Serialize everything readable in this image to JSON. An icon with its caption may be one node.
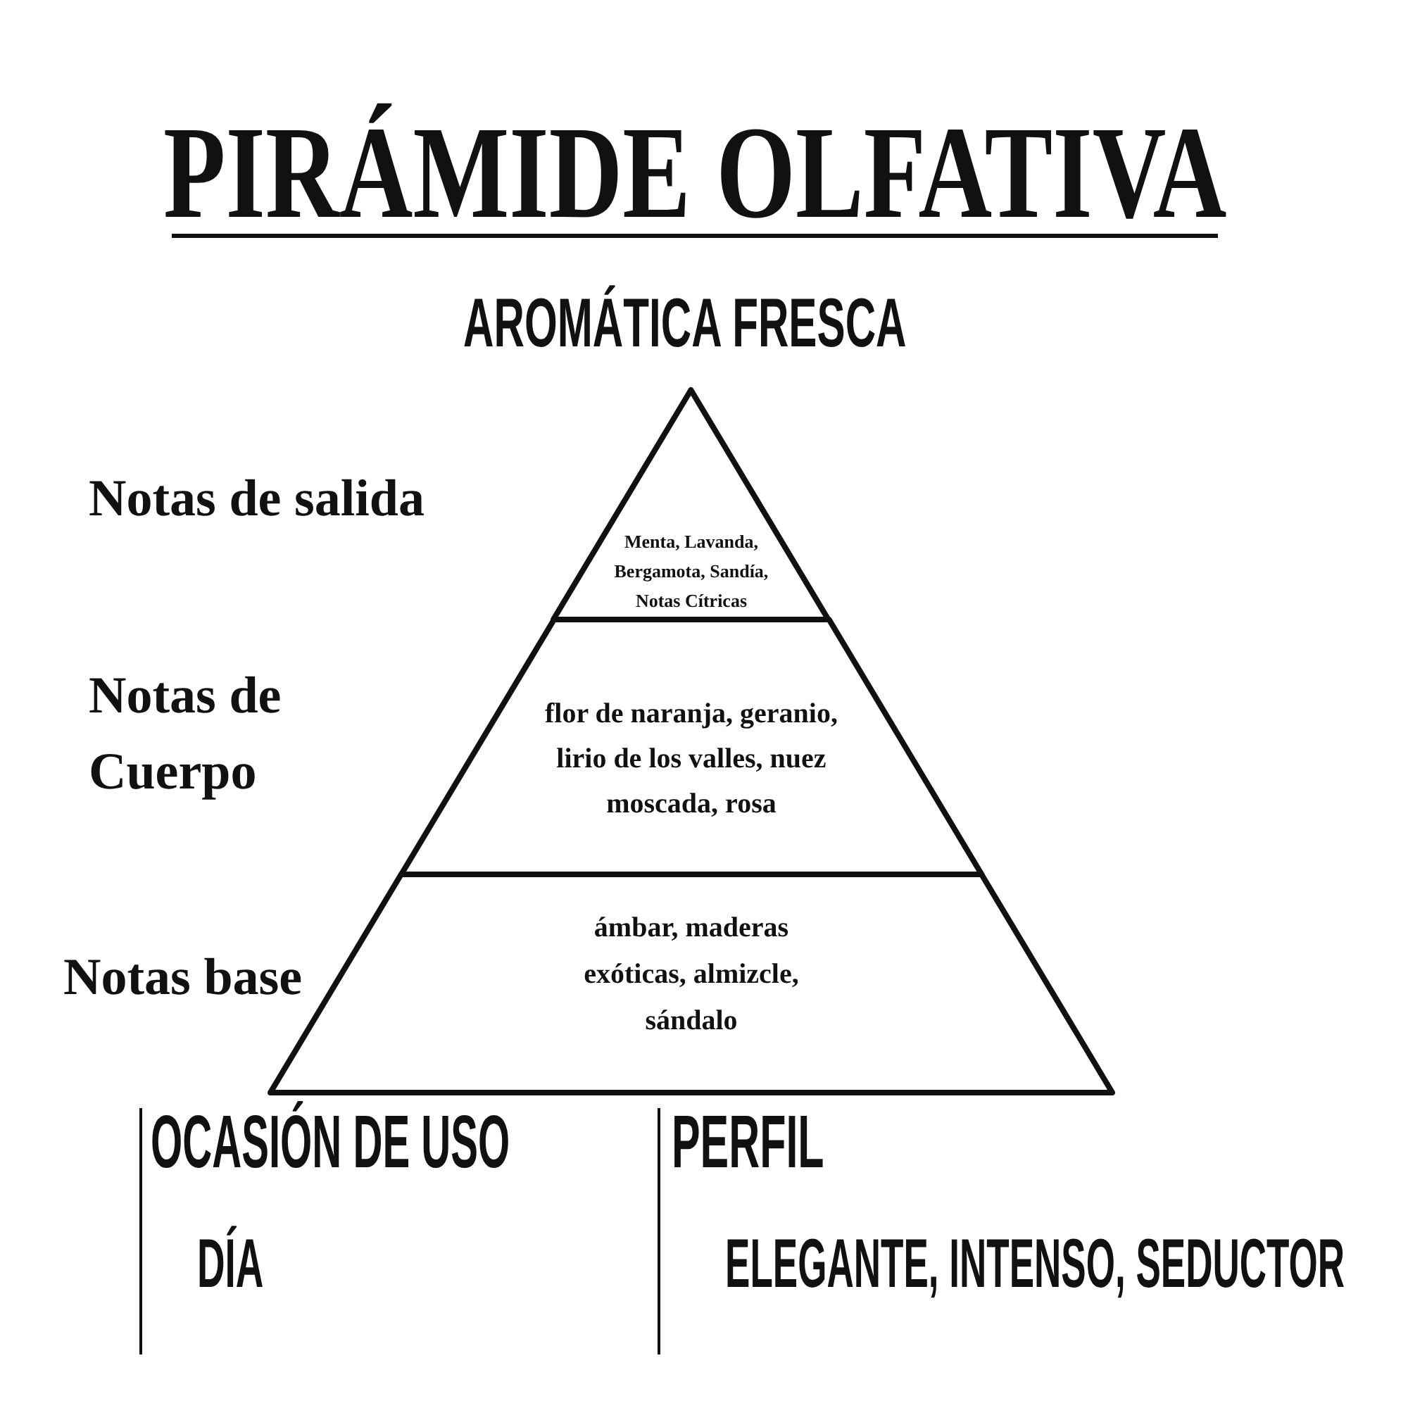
{
  "diagram": {
    "title": "PIRÁMIDE OLFATIVA",
    "nodes": [
      {
        "text": [
          "Menta, Lavanda, Bergamota, Sandía, Notas Cítricas"
        ],
        "beside": [
          "Notas de salida"
        ]
      },
      {
        "text": [
          "flor de naranja, geranio, lirio de los valles, nuez moscada, rosa"
        ],
        "beside": [
          "Notas de Cuerpo"
        ]
      },
      {
        "text": [
          "ámbar, maderas exóticas, almizcle, sándalo"
        ],
        "beside": [
          "Notas base"
        ]
      }
    ],
    "labels": [
      "AROMÁTICA FRESCA",
      "OCASIÓN DE USO",
      "PERFIL",
      "DÍA",
      "ELEGANTE, INTENSO, SEDUCTOR"
    ]
  }
}
